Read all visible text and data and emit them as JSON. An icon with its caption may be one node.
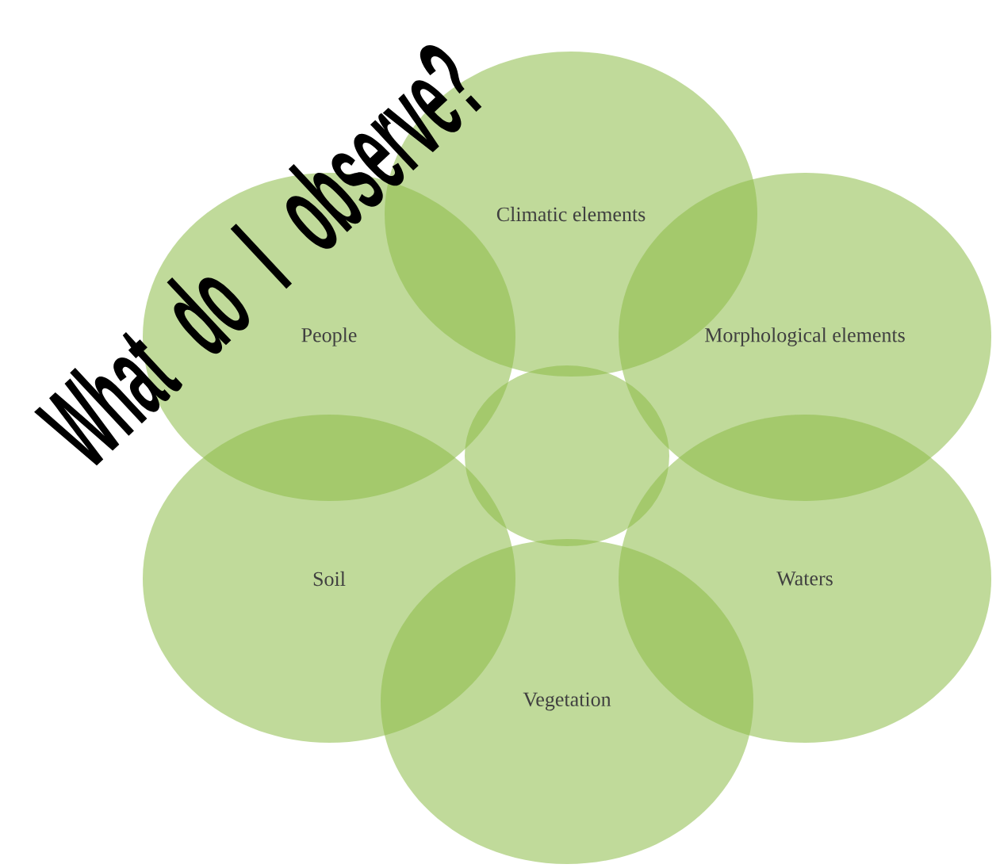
{
  "diagram": {
    "title": "What do I observe?",
    "nodes": [
      {
        "text": [
          "Climatic elements"
        ]
      },
      {
        "text": [
          "People"
        ]
      },
      {
        "text": [
          "Morphological elements"
        ]
      },
      {
        "text": [],
        "shape": "circle"
      },
      {
        "text": [
          "Soil"
        ]
      },
      {
        "text": [
          "Waters"
        ]
      },
      {
        "text": [
          "Vegetation"
        ]
      }
    ]
  }
}
